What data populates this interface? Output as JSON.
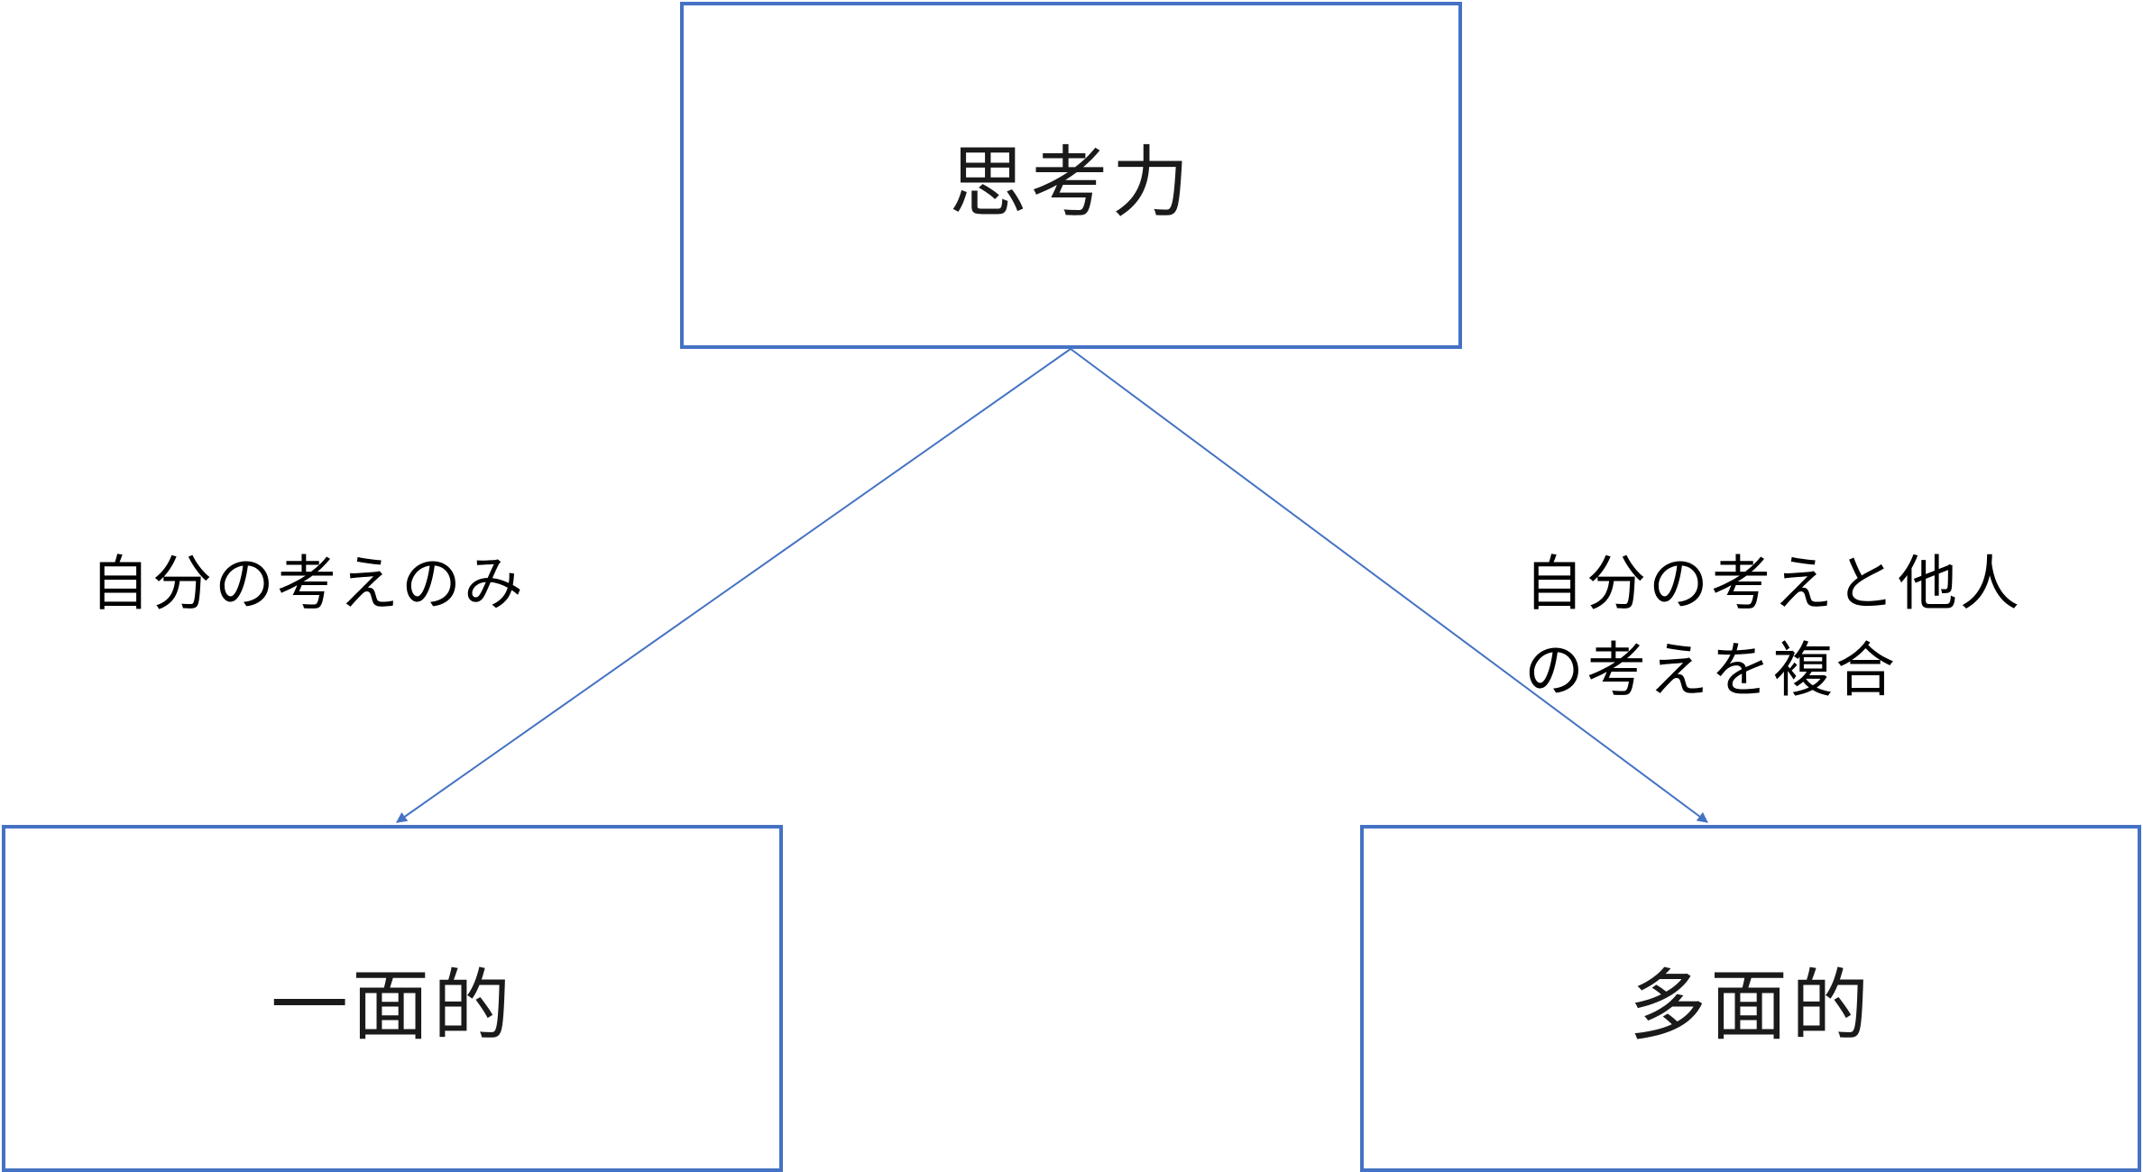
{
  "nodes": {
    "top": {
      "label": "思考力"
    },
    "left": {
      "label": "一面的"
    },
    "right": {
      "label": "多面的"
    }
  },
  "edges": {
    "left": {
      "label": "自分の考えのみ"
    },
    "right": {
      "line1": "自分の考えと他人",
      "line2": "の考えを複合"
    }
  },
  "colors": {
    "stroke": "#4472C4",
    "text": "#000000"
  }
}
